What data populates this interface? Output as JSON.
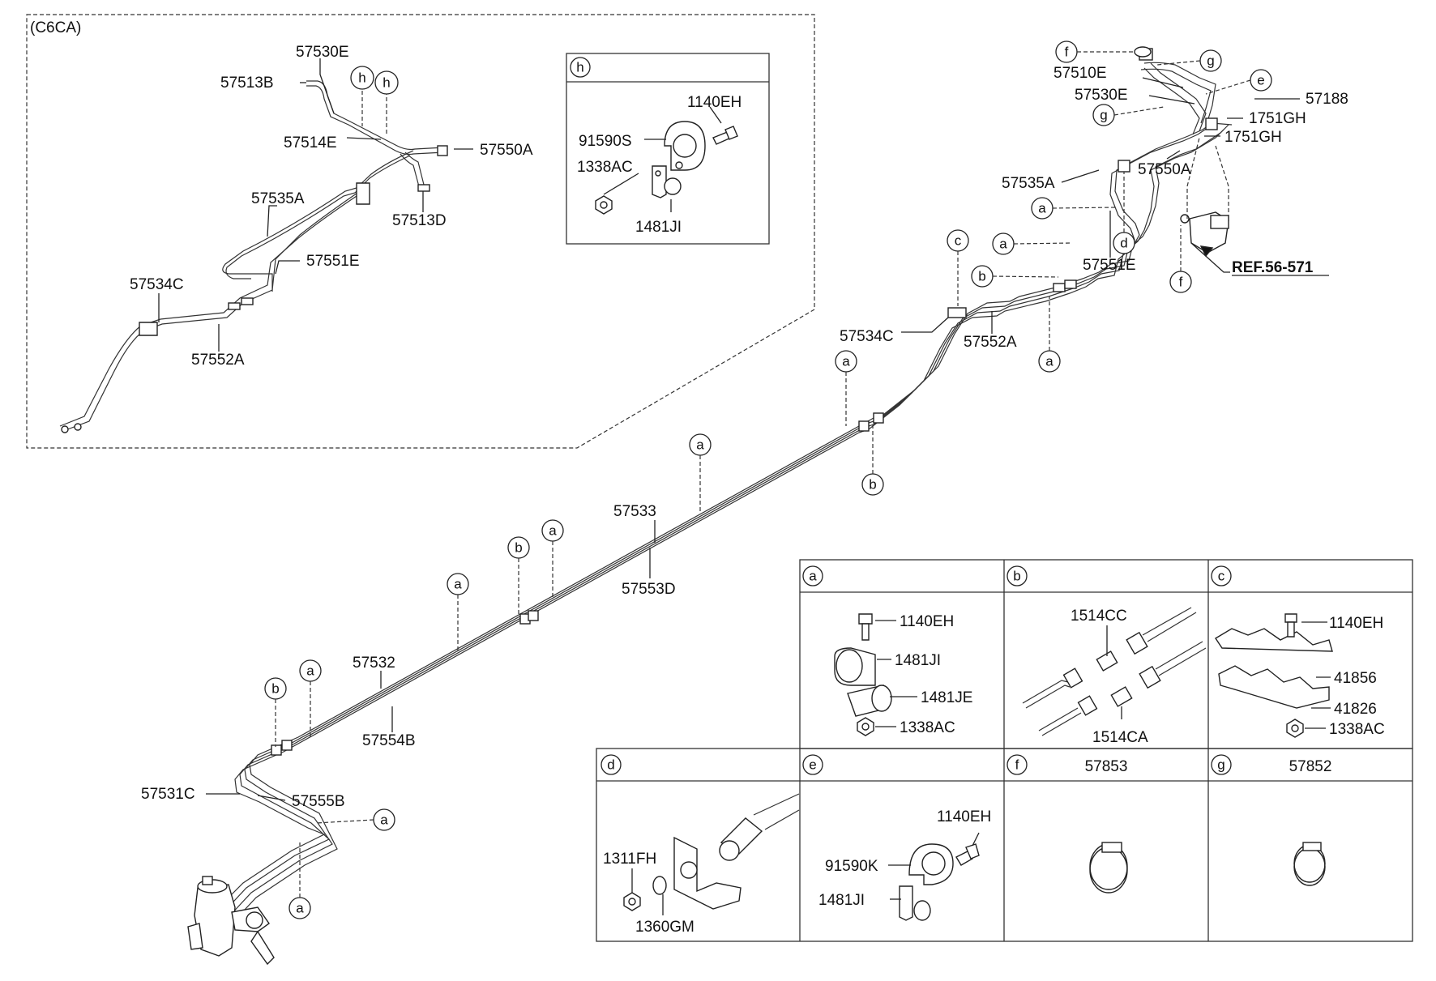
{
  "variant_label": "(C6CA)",
  "inset_parts": {
    "p57530E": "57530E",
    "p57513B": "57513B",
    "p57514E": "57514E",
    "p57550A": "57550A",
    "p57513D": "57513D",
    "p57535A": "57535A",
    "p57551E": "57551E",
    "p57534C": "57534C",
    "p57552A": "57552A"
  },
  "main_parts": {
    "p57510E": "57510E",
    "p57530E": "57530E",
    "p57188": "57188",
    "p1751GH_a": "1751GH",
    "p1751GH_b": "1751GH",
    "p57550A": "57550A",
    "p57535A": "57535A",
    "p57551E": "57551E",
    "p57552A": "57552A",
    "p57534C": "57534C",
    "p57533": "57533",
    "p57553D": "57553D",
    "p57532": "57532",
    "p57554B": "57554B",
    "p57531C": "57531C",
    "p57555B": "57555B",
    "ref": "REF.56-571"
  },
  "callouts": {
    "a": "a",
    "b": "b",
    "c": "c",
    "d": "d",
    "e": "e",
    "f": "f",
    "g": "g",
    "h": "h"
  },
  "detail_h": {
    "p1140EH": "1140EH",
    "p91590S": "91590S",
    "p1338AC": "1338AC",
    "p1481JI": "1481JI"
  },
  "detail_a": {
    "p1140EH": "1140EH",
    "p1481JI": "1481JI",
    "p1481JE": "1481JE",
    "p1338AC": "1338AC"
  },
  "detail_b": {
    "p1514CC": "1514CC",
    "p1514CA": "1514CA"
  },
  "detail_c": {
    "p1140EH": "1140EH",
    "p41856": "41856",
    "p41826": "41826",
    "p1338AC": "1338AC"
  },
  "detail_d": {
    "p1311FH": "1311FH",
    "p1360GM": "1360GM"
  },
  "detail_e": {
    "p1140EH": "1140EH",
    "p91590K": "91590K",
    "p1481JI": "1481JI"
  },
  "detail_f": {
    "header": "57853"
  },
  "detail_g": {
    "header": "57852"
  }
}
